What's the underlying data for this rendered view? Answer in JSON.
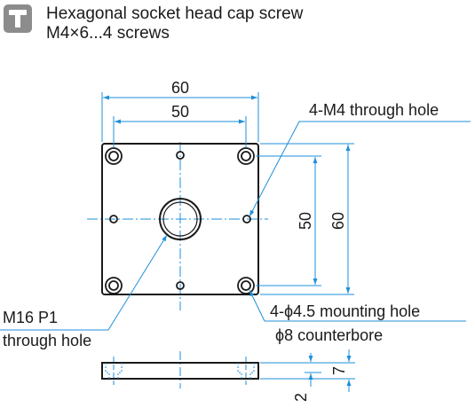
{
  "header": {
    "icon": "tool-icon",
    "line1": "Hexagonal socket head cap screw",
    "line2": "M4×6...4 screws"
  },
  "dimensions": {
    "outer_width": "60",
    "hole_pitch_width": "50",
    "hole_pitch_height": "50",
    "outer_height": "60",
    "thickness": "7",
    "counterbore_depth": "2"
  },
  "annotations": {
    "m4_holes": "4-M4 through hole",
    "mounting_holes": "4-ϕ4.5 mounting hole",
    "counterbore": "ϕ8 counterbore",
    "center_hole_line1": "M16 P1",
    "center_hole_line2": "through hole"
  },
  "colors": {
    "outline": "#1a1a1a",
    "dimension": "#1e8fd8",
    "icon_bg": "#8c8c8c"
  }
}
